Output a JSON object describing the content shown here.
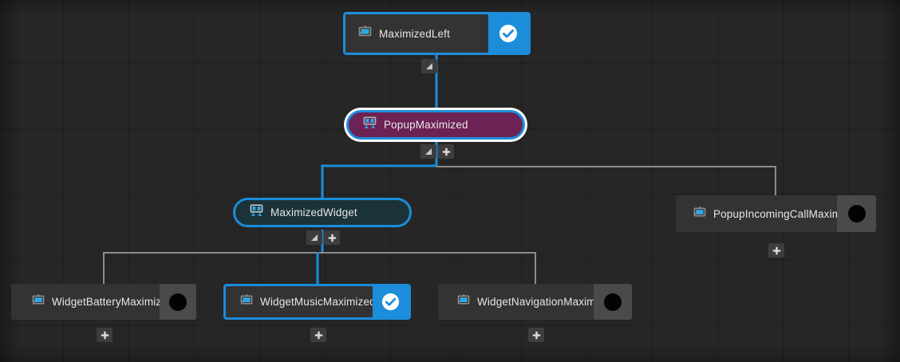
{
  "canvas": {
    "background_color": "#262626",
    "grid_color": "#1f1f1f",
    "grid_size": 82,
    "accent_color": "#1b8ddb",
    "edge_color_inactive": "#8c8c8c",
    "node_fill": "#333333",
    "badge_panel": "#4a4a4a",
    "popup_fill": "#6d2255",
    "widget_fill": "#1b3338"
  },
  "nodes": [
    {
      "id": "maximized-left",
      "label": "MaximizedLeft",
      "icon": "screen-icon",
      "shape": "rect",
      "selected": true,
      "badge": "check-icon",
      "badge_style": "blue"
    },
    {
      "id": "popup-maximized",
      "label": "PopupMaximized",
      "icon": "popup-icon",
      "shape": "pill",
      "selected": true,
      "badge": "none",
      "badge_style": "none"
    },
    {
      "id": "maximized-widget",
      "label": "MaximizedWidget",
      "icon": "widget-icon",
      "shape": "pill",
      "selected": true,
      "badge": "none",
      "badge_style": "none"
    },
    {
      "id": "popup-incoming-call-maximized",
      "label": "PopupIncomingCallMaximized",
      "icon": "screen-icon",
      "shape": "rect",
      "selected": false,
      "badge": "dot-icon",
      "badge_style": "dark"
    },
    {
      "id": "widget-battery-maximized",
      "label": "WidgetBatteryMaximized",
      "icon": "screen-icon",
      "shape": "rect",
      "selected": false,
      "badge": "dot-icon",
      "badge_style": "dark"
    },
    {
      "id": "widget-music-maximized",
      "label": "WidgetMusicMaximized",
      "icon": "screen-icon",
      "shape": "rect",
      "selected": true,
      "badge": "check-icon",
      "badge_style": "blue"
    },
    {
      "id": "widget-navigation-maximized",
      "label": "WidgetNavigationMaximized",
      "icon": "screen-icon",
      "shape": "rect",
      "selected": false,
      "badge": "dot-icon",
      "badge_style": "dark"
    }
  ],
  "handles": [
    {
      "id": "collapse-maximized-left",
      "type": "collapse-icon"
    },
    {
      "id": "collapse-popup-maximized",
      "type": "collapse-icon"
    },
    {
      "id": "add-popup-maximized",
      "type": "plus-icon"
    },
    {
      "id": "collapse-maximized-widget",
      "type": "collapse-icon"
    },
    {
      "id": "add-maximized-widget",
      "type": "plus-icon"
    },
    {
      "id": "add-popup-incoming-call",
      "type": "plus-icon"
    },
    {
      "id": "add-widget-battery",
      "type": "plus-icon"
    },
    {
      "id": "add-widget-music",
      "type": "plus-icon"
    },
    {
      "id": "add-widget-navigation",
      "type": "plus-icon"
    }
  ]
}
